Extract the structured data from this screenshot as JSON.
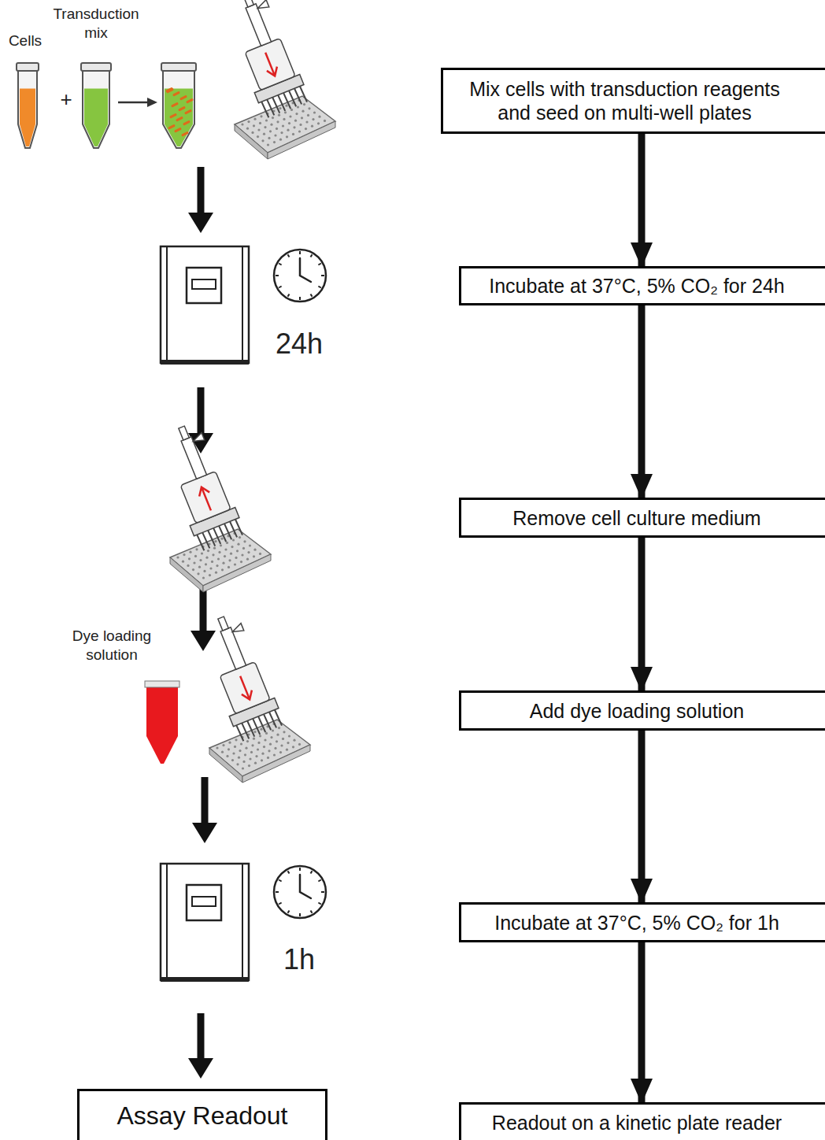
{
  "diagram": {
    "nodes": [
      {
        "text": [
          "Mix cells with transduction reagents and seed on multi-well plates"
        ]
      },
      {
        "text": [
          "Incubate at 37°C, 5% CO₂ for 24h"
        ]
      },
      {
        "text": [
          "Remove cell culture medium"
        ]
      },
      {
        "text": [
          "Add dye loading solution"
        ]
      },
      {
        "text": [
          "Incubate at 37°C, 5% CO₂ for 1h"
        ]
      },
      {
        "text": [
          "Assay Readout"
        ]
      },
      {
        "text": [
          "Readout on a kinetic plate reader"
        ]
      }
    ],
    "edges": [
      {
        "from": 0,
        "to": 1,
        "arrow": "to"
      },
      {
        "from": 1,
        "to": 2,
        "arrow": "to"
      },
      {
        "from": 2,
        "to": 3,
        "arrow": "to"
      },
      {
        "from": 3,
        "to": 4,
        "arrow": "to"
      },
      {
        "from": 4,
        "to": 6,
        "arrow": "to"
      }
    ],
    "labels": [
      "Transduction mix",
      "Cells",
      "+",
      "24h",
      "Dye loading solution",
      "1h"
    ]
  }
}
